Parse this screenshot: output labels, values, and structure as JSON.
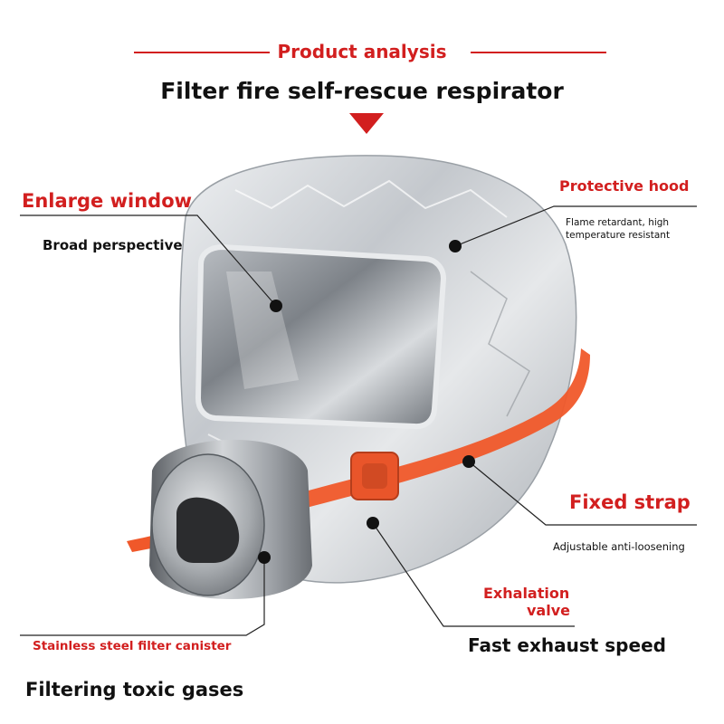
{
  "header": {
    "section_label": "Product analysis",
    "product_title": "Filter fire self-rescue respirator"
  },
  "callouts": {
    "window": {
      "title": "Enlarge window",
      "desc": "Broad perspective"
    },
    "hood": {
      "title": "Protective hood",
      "desc_line1": "Flame retardant, high",
      "desc_line2": "temperature resistant"
    },
    "strap": {
      "title": "Fixed strap",
      "desc": "Adjustable anti-loosening"
    },
    "valve": {
      "title_line1": "Exhalation",
      "title_line2": "valve",
      "desc": "Fast exhaust speed"
    },
    "canister": {
      "title": "Stainless steel filter canister",
      "desc": "Filtering toxic gases"
    }
  },
  "colors": {
    "accent_red": "#d21f1f",
    "strap_orange": "#f0582a",
    "foil_silver": "#c9ccd1",
    "steel": "#8c9096"
  }
}
